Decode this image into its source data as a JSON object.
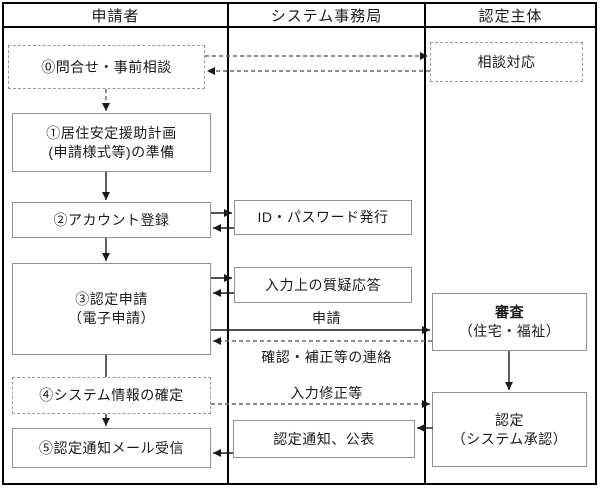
{
  "header": {
    "applicant": "申請者",
    "system_office": "システム事務局",
    "certifier": "認定主体"
  },
  "applicant_lane": {
    "inquiry": "⓪問合せ・事前相談",
    "plan_line1": "①居住安定援助計画",
    "plan_line2": "(申請様式等)の準備",
    "account": "②アカウント登録",
    "application_line1": "③認定申請",
    "application_line2": "（電子申請）",
    "system_info": "④システム情報の確定",
    "mail_receive": "⑤認定通知メール受信"
  },
  "office_lane": {
    "id_password": "ID・パスワード発行",
    "qa": "入力上の質疑応答",
    "notice": "認定通知、公表"
  },
  "certifier_lane": {
    "consultation": "相談対応",
    "review_line1": "審査",
    "review_line2": "（住宅・福祉）",
    "approval_line1": "認定",
    "approval_line2": "（システム承認）"
  },
  "flow_labels": {
    "apply": "申請",
    "confirm_contact": "確認・補正等の連絡",
    "input_fix": "入力修正等"
  },
  "colors": {
    "frame": "#000000",
    "solid_box_border": "#8f8f8f",
    "dashed_box_border": "#9a9a9a",
    "solid_line": "#1a1a1a",
    "dashed_line": "#666666",
    "text": "#1a1a1a",
    "background": "#ffffff"
  }
}
